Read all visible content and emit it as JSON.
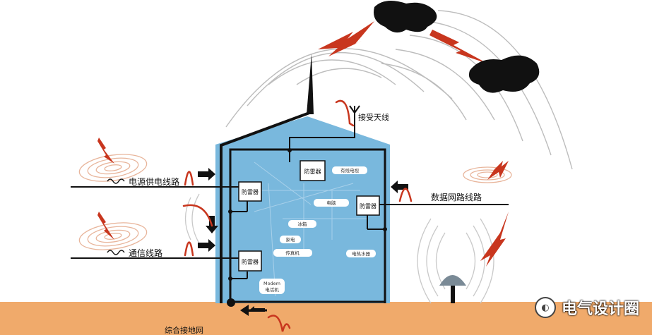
{
  "labels": {
    "antenna": "接受天线",
    "power_line": "电源供电线路",
    "comm_line": "通信线路",
    "data_line": "数据网路线路",
    "ground": "综合接地网",
    "protector": "防雷器",
    "cable_tv": "有线电视",
    "computer": "电脑",
    "fridge": "冰箱",
    "appliance": "家电",
    "fax": "传真机",
    "water_heater": "电热水器",
    "modem": "Modem",
    "phone": "电话机"
  },
  "watermark": {
    "text": "电气设计圈",
    "icon": "wechat-icon"
  },
  "colors": {
    "house": "#79b8dd",
    "ground": "#f0aa6b",
    "lightning": "#c8361e",
    "cloud": "#111111",
    "wire": "#111111"
  }
}
